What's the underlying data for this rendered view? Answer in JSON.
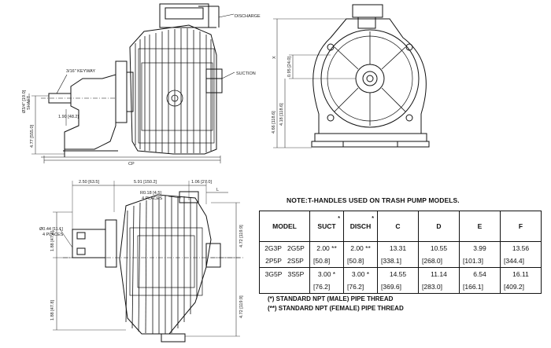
{
  "labels": {
    "discharge": "DISCHARGE",
    "suction": "SUCTION",
    "keyway": "3/16\" KEYWAY",
    "shaft_dia": "Ø3/4\" [19.0]",
    "shaft_word": "SHAFT",
    "dim_1_90": "1.90 [48.2]",
    "dim_4_77": "4.77 [555.0]",
    "cp": "CP",
    "x": "X",
    "dim_0_95": "0.95 [24.0]",
    "dim_4_18": "4.18 [118.6]",
    "dim_4_66": "4.66 [118.6]",
    "dim_2_50": "2.50 [63.5]",
    "dim_5_91": "5.91 [150.2]",
    "dim_1_06": "1.06 [27.0]",
    "l": "L",
    "r_label": "R0.18 [4.5]",
    "r_places": "4 PLACES",
    "hole_label": "Ø0.44 [11.1]",
    "hole_places": "4 PLACES",
    "dim_1_88_top": "1.88 [47.8]",
    "dim_1_88_bot": "1.88 [47.8]",
    "dim_4_72_top": "4.72 [119.9]",
    "dim_4_72_bot": "4.72 [119.9]"
  },
  "note": "NOTE:T-HANDLES USED ON  TRASH PUMP MODELS.",
  "table": {
    "headers": [
      "MODEL",
      "SUCT",
      "DISCH",
      "C",
      "D",
      "E",
      "F"
    ],
    "header_asterisk": "*",
    "rows": [
      {
        "model_a": "2G3P",
        "model_b": "2G5P",
        "suct": "2.00 **",
        "disch": "2.00 **",
        "c": "13.31",
        "d": "10.55",
        "e": "3.99",
        "f": "13.56"
      },
      {
        "model_a": "2P5P",
        "model_b": "2S5P",
        "suct": "[50.8]",
        "disch": "[50.8]",
        "c": "[338.1]",
        "d": "[268.0]",
        "e": "[101.3]",
        "f": "[344.4]"
      },
      {
        "model_a": "3G5P",
        "model_b": "3S5P",
        "suct": "3.00 *",
        "disch": "3.00 *",
        "c": "14.55",
        "d": "11.14",
        "e": "6.54",
        "f": "16.11"
      },
      {
        "model_a": "",
        "model_b": "",
        "suct": "[76.2]",
        "disch": "[76.2]",
        "c": "[369.6]",
        "d": "[283.0]",
        "e": "[166.1]",
        "f": "[409.2]"
      }
    ]
  },
  "footnotes": [
    "(*) STANDARD NPT (MALE) PIPE THREAD",
    "(**) STANDARD NPT (FEMALE) PIPE THREAD"
  ]
}
